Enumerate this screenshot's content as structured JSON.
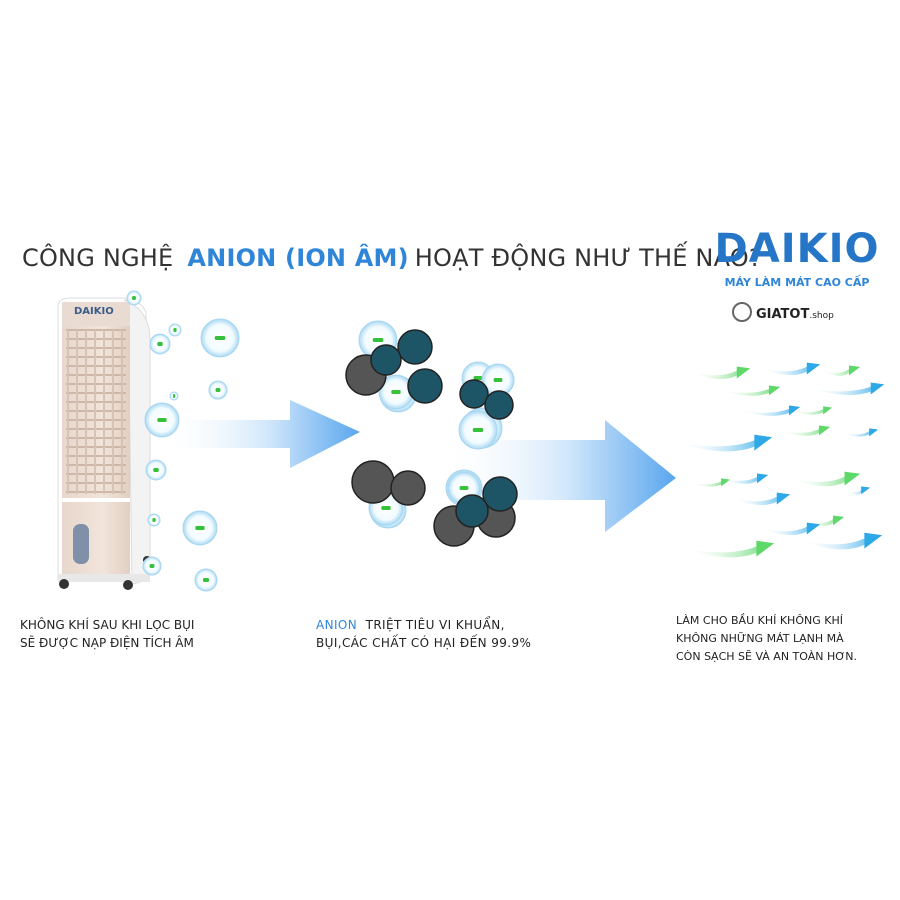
{
  "headline": {
    "prefix": "CÔNG NGHỆ",
    "highlight": "ANION (ION ÂM)",
    "suffix": "HOẠT ĐỘNG NHƯ THẾ NÀO?"
  },
  "brand": {
    "logo_text": "DAIKIO",
    "tagline": "MÁY LÀM MÁT CAO CẤP"
  },
  "shop": {
    "name": "GIATOT",
    "suffix": ".shop"
  },
  "device": {
    "label": "DAIKIO"
  },
  "captions": {
    "step1": [
      "KHÔNG KHÍ SAU KHI LỌC BỤI",
      "SẼ ĐƯỢC NẠP ĐIỆN TÍCH ÂM"
    ],
    "step2_accent": "ANION",
    "step2_line1": "TRIỆT TIÊU VI KHUẨN,",
    "step2_line2": "BỤI,CÁC CHẤT CÓ HẠI ĐẾN 99.9%",
    "step3": [
      "LÀM CHO BẦU KHÍ KHÔNG KHÍ",
      "KHÔNG NHỮNG MÁT LẠNH MÀ",
      "CÒN SẠCH SẼ VÀ AN TOÀN HƠN."
    ]
  },
  "colors": {
    "accent_blue": "#2f86d8",
    "ion_green": "#35c13a",
    "particle_gray": "#555555",
    "particle_teal": "#1d5566",
    "airflow_blue": "#2fa8e8",
    "airflow_green": "#5fd86a"
  }
}
